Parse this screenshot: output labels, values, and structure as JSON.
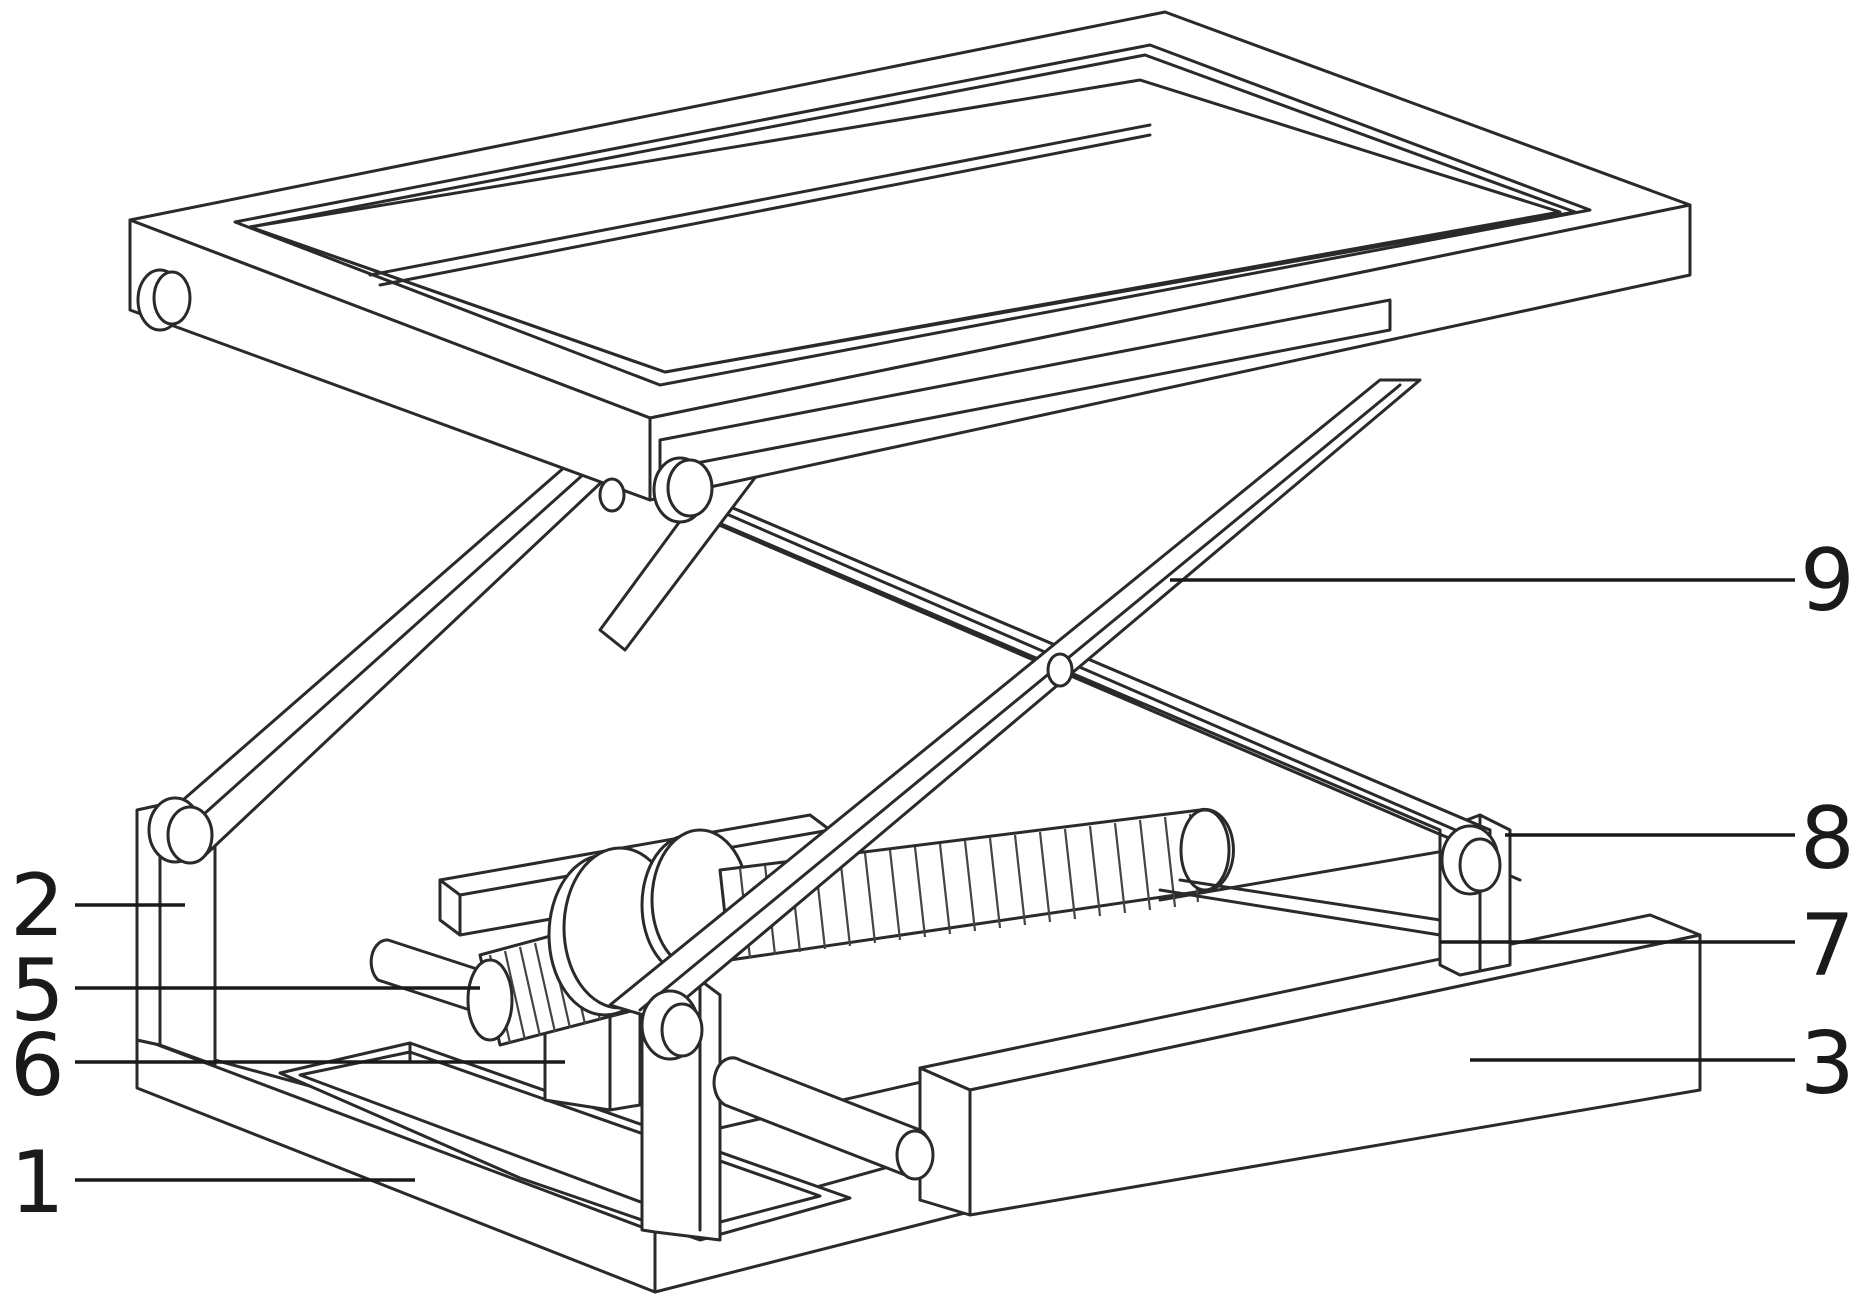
{
  "figure": {
    "callouts": [
      {
        "id": "label-1",
        "text": "1"
      },
      {
        "id": "label-2",
        "text": "2"
      },
      {
        "id": "label-3",
        "text": "3"
      },
      {
        "id": "label-5",
        "text": "5"
      },
      {
        "id": "label-6",
        "text": "6"
      },
      {
        "id": "label-7",
        "text": "7"
      },
      {
        "id": "label-8",
        "text": "8"
      },
      {
        "id": "label-9",
        "text": "9"
      }
    ]
  },
  "colors": {
    "line": "#2a2a2a",
    "background": "#ffffff"
  }
}
